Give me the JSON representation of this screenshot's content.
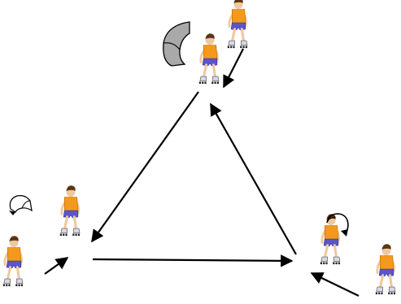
{
  "diagram": {
    "kind": "triangle skating drill",
    "colors": {
      "background": "#ffffff",
      "arrow": "#000000",
      "shirt": "#f39a1e",
      "shorts": "#5b55c8",
      "skin": "#efc8a0",
      "hair": "#5a3516",
      "turn_icon_gray": "#a9a9a9"
    },
    "skaters": [
      {
        "id": "top-back",
        "icon": "inline-skater"
      },
      {
        "id": "top-front",
        "icon": "inline-skater"
      },
      {
        "id": "left-back",
        "icon": "inline-skater"
      },
      {
        "id": "left-front",
        "icon": "inline-skater"
      },
      {
        "id": "right-front",
        "icon": "inline-skater"
      },
      {
        "id": "right-back",
        "icon": "inline-skater"
      }
    ],
    "arrows": [
      {
        "id": "top-to-left",
        "direction": "down-left"
      },
      {
        "id": "left-to-right",
        "direction": "right"
      },
      {
        "id": "right-to-top",
        "direction": "up-left"
      },
      {
        "id": "top-approach",
        "direction": "down-left"
      },
      {
        "id": "left-approach",
        "direction": "up-right"
      },
      {
        "id": "right-approach",
        "direction": "up-left"
      }
    ],
    "turn_icons": [
      {
        "id": "top-turn",
        "icon": "rotate-left-icon"
      },
      {
        "id": "left-turn",
        "icon": "rotate-left-icon"
      },
      {
        "id": "right-turn",
        "icon": "rotate-right-icon"
      }
    ]
  }
}
